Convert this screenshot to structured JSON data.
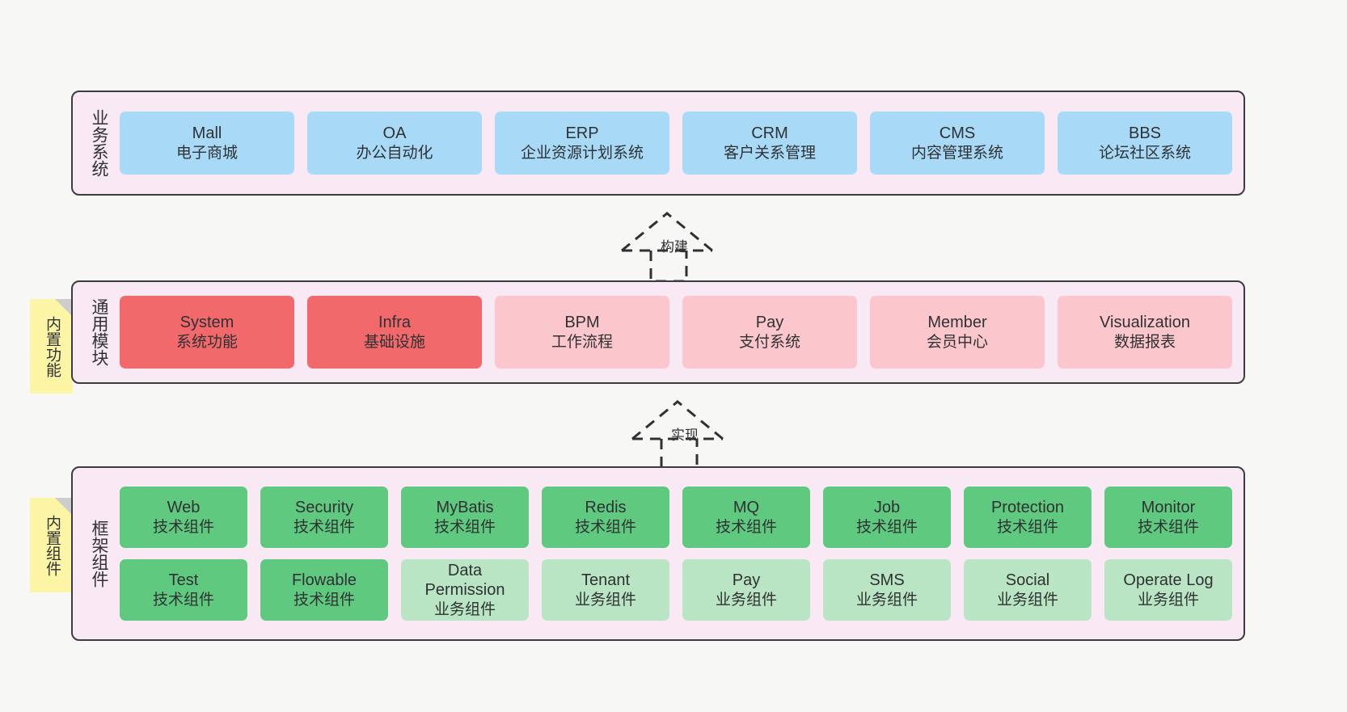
{
  "canvas": {
    "background": "#f7f7f6",
    "box_border": "#3b3b40",
    "layer_bg": "#f9e9f4",
    "note_bg": "#fcf5a6"
  },
  "layers": [
    {
      "id": "business",
      "title": "业务系统",
      "rows": [
        {
          "style": "n-blue",
          "nodes": [
            {
              "en": "Mall",
              "cn": "电子商城"
            },
            {
              "en": "OA",
              "cn": "办公自动化"
            },
            {
              "en": "ERP",
              "cn": "企业资源计划系统"
            },
            {
              "en": "CRM",
              "cn": "客户关系管理"
            },
            {
              "en": "CMS",
              "cn": "内容管理系统"
            },
            {
              "en": "BBS",
              "cn": "论坛社区系统"
            }
          ]
        }
      ]
    },
    {
      "id": "common",
      "title": "通用模块",
      "rows": [
        {
          "nodes": [
            {
              "en": "System",
              "cn": "系统功能",
              "style": "n-red"
            },
            {
              "en": "Infra",
              "cn": "基础设施",
              "style": "n-red"
            },
            {
              "en": "BPM",
              "cn": "工作流程",
              "style": "n-pink"
            },
            {
              "en": "Pay",
              "cn": "支付系统",
              "style": "n-pink"
            },
            {
              "en": "Member",
              "cn": "会员中心",
              "style": "n-pink"
            },
            {
              "en": "Visualization",
              "cn": "数据报表",
              "style": "n-pink"
            }
          ]
        }
      ]
    },
    {
      "id": "framework",
      "title": "框架组件",
      "rows": [
        {
          "style": "n-green",
          "nodes": [
            {
              "en": "Web",
              "cn": "技术组件"
            },
            {
              "en": "Security",
              "cn": "技术组件"
            },
            {
              "en": "MyBatis",
              "cn": "技术组件"
            },
            {
              "en": "Redis",
              "cn": "技术组件"
            },
            {
              "en": "MQ",
              "cn": "技术组件"
            },
            {
              "en": "Job",
              "cn": "技术组件"
            },
            {
              "en": "Protection",
              "cn": "技术组件"
            },
            {
              "en": "Monitor",
              "cn": "技术组件"
            }
          ]
        },
        {
          "nodes": [
            {
              "en": "Test",
              "cn": "技术组件",
              "style": "n-green"
            },
            {
              "en": "Flowable",
              "cn": "技术组件",
              "style": "n-green"
            },
            {
              "en": "Data Permission",
              "cn": "业务组件",
              "style": "n-green2"
            },
            {
              "en": "Tenant",
              "cn": "业务组件",
              "style": "n-green2"
            },
            {
              "en": "Pay",
              "cn": "业务组件",
              "style": "n-green2"
            },
            {
              "en": "SMS",
              "cn": "业务组件",
              "style": "n-green2"
            },
            {
              "en": "Social",
              "cn": "业务组件",
              "style": "n-green2"
            },
            {
              "en": "Operate Log",
              "cn": "业务组件",
              "style": "n-green2"
            }
          ]
        }
      ]
    }
  ],
  "connectors": [
    {
      "id": "build",
      "label": "构建"
    },
    {
      "id": "implement",
      "label": "实现"
    }
  ],
  "notes": [
    {
      "id": "builtin-features",
      "text": "内置功能"
    },
    {
      "id": "builtin-components",
      "text": "内置组件"
    }
  ]
}
